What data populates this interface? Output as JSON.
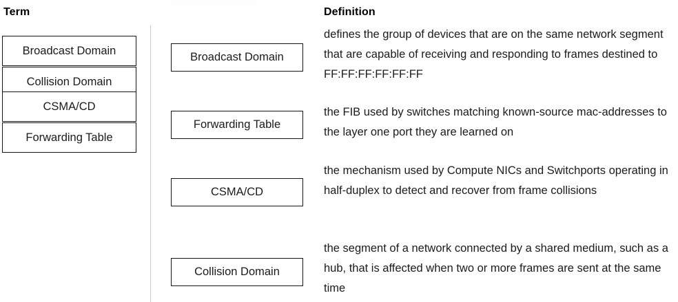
{
  "headers": {
    "term": "Term",
    "definition": "Definition"
  },
  "term_bank": [
    {
      "label": "Broadcast Domain"
    },
    {
      "label": "Collision Domain"
    },
    {
      "label": "CSMA/CD"
    },
    {
      "label": "Forwarding Table"
    }
  ],
  "matches": [
    {
      "term": "Broadcast Domain",
      "definition": "defines the group of devices that are on the same network segment that are capable of receiving and responding to frames destined to FF:FF:FF:FF:FF:FF"
    },
    {
      "term": "Forwarding Table",
      "definition": "the FIB used by switches matching known-source mac-addresses to the layer one port they are learned on"
    },
    {
      "term": "CSMA/CD",
      "definition": "the mechanism used by Compute NICs and Switchports operating in half-duplex to detect  and recover from frame collisions"
    },
    {
      "term": "Collision Domain",
      "definition": "the segment of a network connected by a shared medium, such as a hub, that is affected when two or more frames are sent at the same time"
    }
  ],
  "colors": {
    "background": "#ffffff",
    "text": "#1b1b1b",
    "box_border": "#141414",
    "divider": "#c9c9c9"
  }
}
